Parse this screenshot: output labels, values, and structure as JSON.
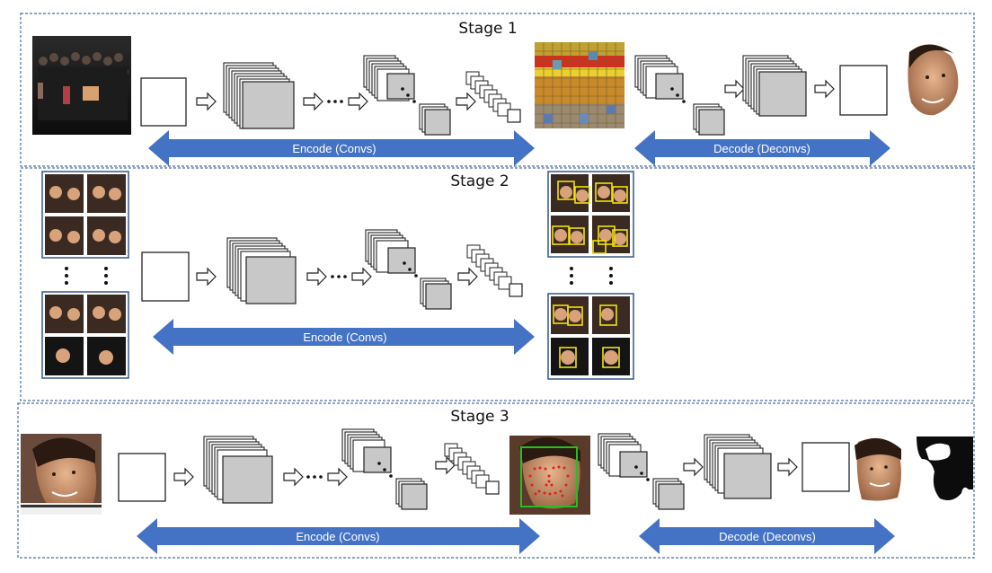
{
  "stages": [
    {
      "title": "Stage 1",
      "encode_label": "Encode (Convs)",
      "decode_label": "Decode (Deconvs)"
    },
    {
      "title": "Stage 2",
      "encode_label": "Encode (Convs)"
    },
    {
      "title": "Stage 3",
      "encode_label": "Encode (Convs)",
      "decode_label": "Decode (Deconvs)"
    }
  ],
  "colors": {
    "frame": "#4a6fa5",
    "arrow_fill": "#4472c4",
    "feature_gray": "#c8c8c8",
    "detection_box": "#f2e20a",
    "face_box": "#22c022",
    "landmark": "#e02020"
  },
  "icons": [
    "group-photo",
    "face-photo",
    "photo-grid",
    "heatmap",
    "feature-map-stack",
    "hollow-right-arrow",
    "vertical-ellipsis",
    "double-headed-arrow",
    "face-mask"
  ]
}
